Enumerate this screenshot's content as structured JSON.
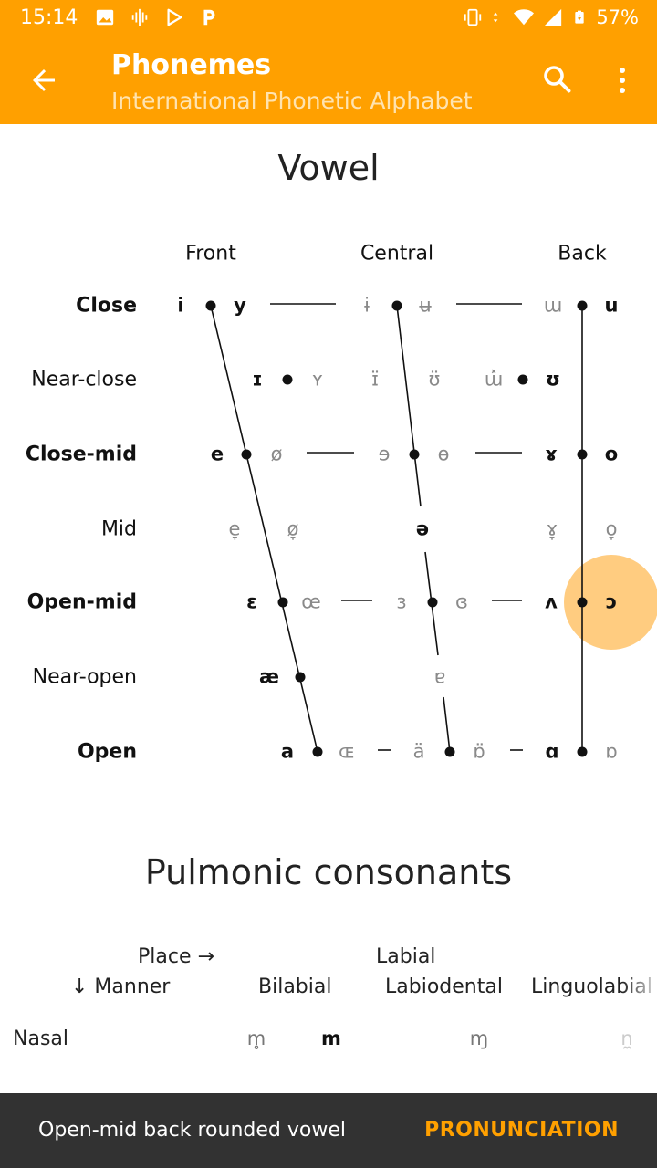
{
  "status": {
    "time": "15:14",
    "battery": "57%"
  },
  "appbar": {
    "title": "Phonemes",
    "subtitle": "International Phonetic Alphabet"
  },
  "vowel_section": {
    "title": "Vowel",
    "columns": [
      "Front",
      "Central",
      "Back"
    ],
    "rows": [
      {
        "label": "Close",
        "bold": true
      },
      {
        "label": "Near-close",
        "bold": false
      },
      {
        "label": "Close-mid",
        "bold": true
      },
      {
        "label": "Mid",
        "bold": false
      },
      {
        "label": "Open-mid",
        "bold": true
      },
      {
        "label": "Near-open",
        "bold": false
      },
      {
        "label": "Open",
        "bold": true
      }
    ],
    "symbols": [
      {
        "t": "i",
        "s": 1
      },
      {
        "t": "y",
        "s": 1
      },
      {
        "t": "ɨ",
        "s": 0
      },
      {
        "t": "ʉ",
        "s": 0
      },
      {
        "t": "ɯ",
        "s": 0
      },
      {
        "t": "u",
        "s": 1
      },
      {
        "t": "ɪ",
        "s": 1
      },
      {
        "t": "ʏ",
        "s": 0
      },
      {
        "t": "ɪ̈",
        "s": 0
      },
      {
        "t": "ʊ̈",
        "s": 0
      },
      {
        "t": "ɯ̽",
        "s": 0
      },
      {
        "t": "ʊ",
        "s": 1
      },
      {
        "t": "e",
        "s": 1
      },
      {
        "t": "ø",
        "s": 0
      },
      {
        "t": "ɘ",
        "s": 0
      },
      {
        "t": "ɵ",
        "s": 0
      },
      {
        "t": "ɤ",
        "s": 1
      },
      {
        "t": "o",
        "s": 1
      },
      {
        "t": "e̞",
        "s": 0
      },
      {
        "t": "ø̞",
        "s": 0
      },
      {
        "t": "ə",
        "s": 1
      },
      {
        "t": "ɤ̞",
        "s": 0
      },
      {
        "t": "o̞",
        "s": 0
      },
      {
        "t": "ɛ",
        "s": 1
      },
      {
        "t": "œ",
        "s": 0
      },
      {
        "t": "ɜ",
        "s": 0
      },
      {
        "t": "ɞ",
        "s": 0
      },
      {
        "t": "ʌ",
        "s": 1
      },
      {
        "t": "ɔ",
        "s": 1
      },
      {
        "t": "æ",
        "s": 1
      },
      {
        "t": "ɐ",
        "s": 0
      },
      {
        "t": "a",
        "s": 1
      },
      {
        "t": "ɶ",
        "s": 0
      },
      {
        "t": "ä",
        "s": 0
      },
      {
        "t": "ɒ̈",
        "s": 0
      },
      {
        "t": "ɑ",
        "s": 1
      },
      {
        "t": "ɒ",
        "s": 0
      }
    ]
  },
  "consonant_section": {
    "title": "Pulmonic consonants",
    "place_label": "Place →",
    "manner_label": "↓ Manner",
    "group_label": "Labial",
    "columns": [
      "Bilabial",
      "Labiodental",
      "Linguolabial"
    ],
    "rows": [
      {
        "label": "Nasal",
        "symbols": [
          "m̥",
          "m",
          "ɱ",
          "n̼"
        ]
      }
    ]
  },
  "snackbar": {
    "message": "Open-mid back rounded vowel",
    "action": "PRONUNCIATION"
  },
  "colors": {
    "accent": "#FFA000",
    "highlight": "#FFCC80",
    "snackbar": "#323232"
  },
  "highlighted_symbol": "ɔ"
}
